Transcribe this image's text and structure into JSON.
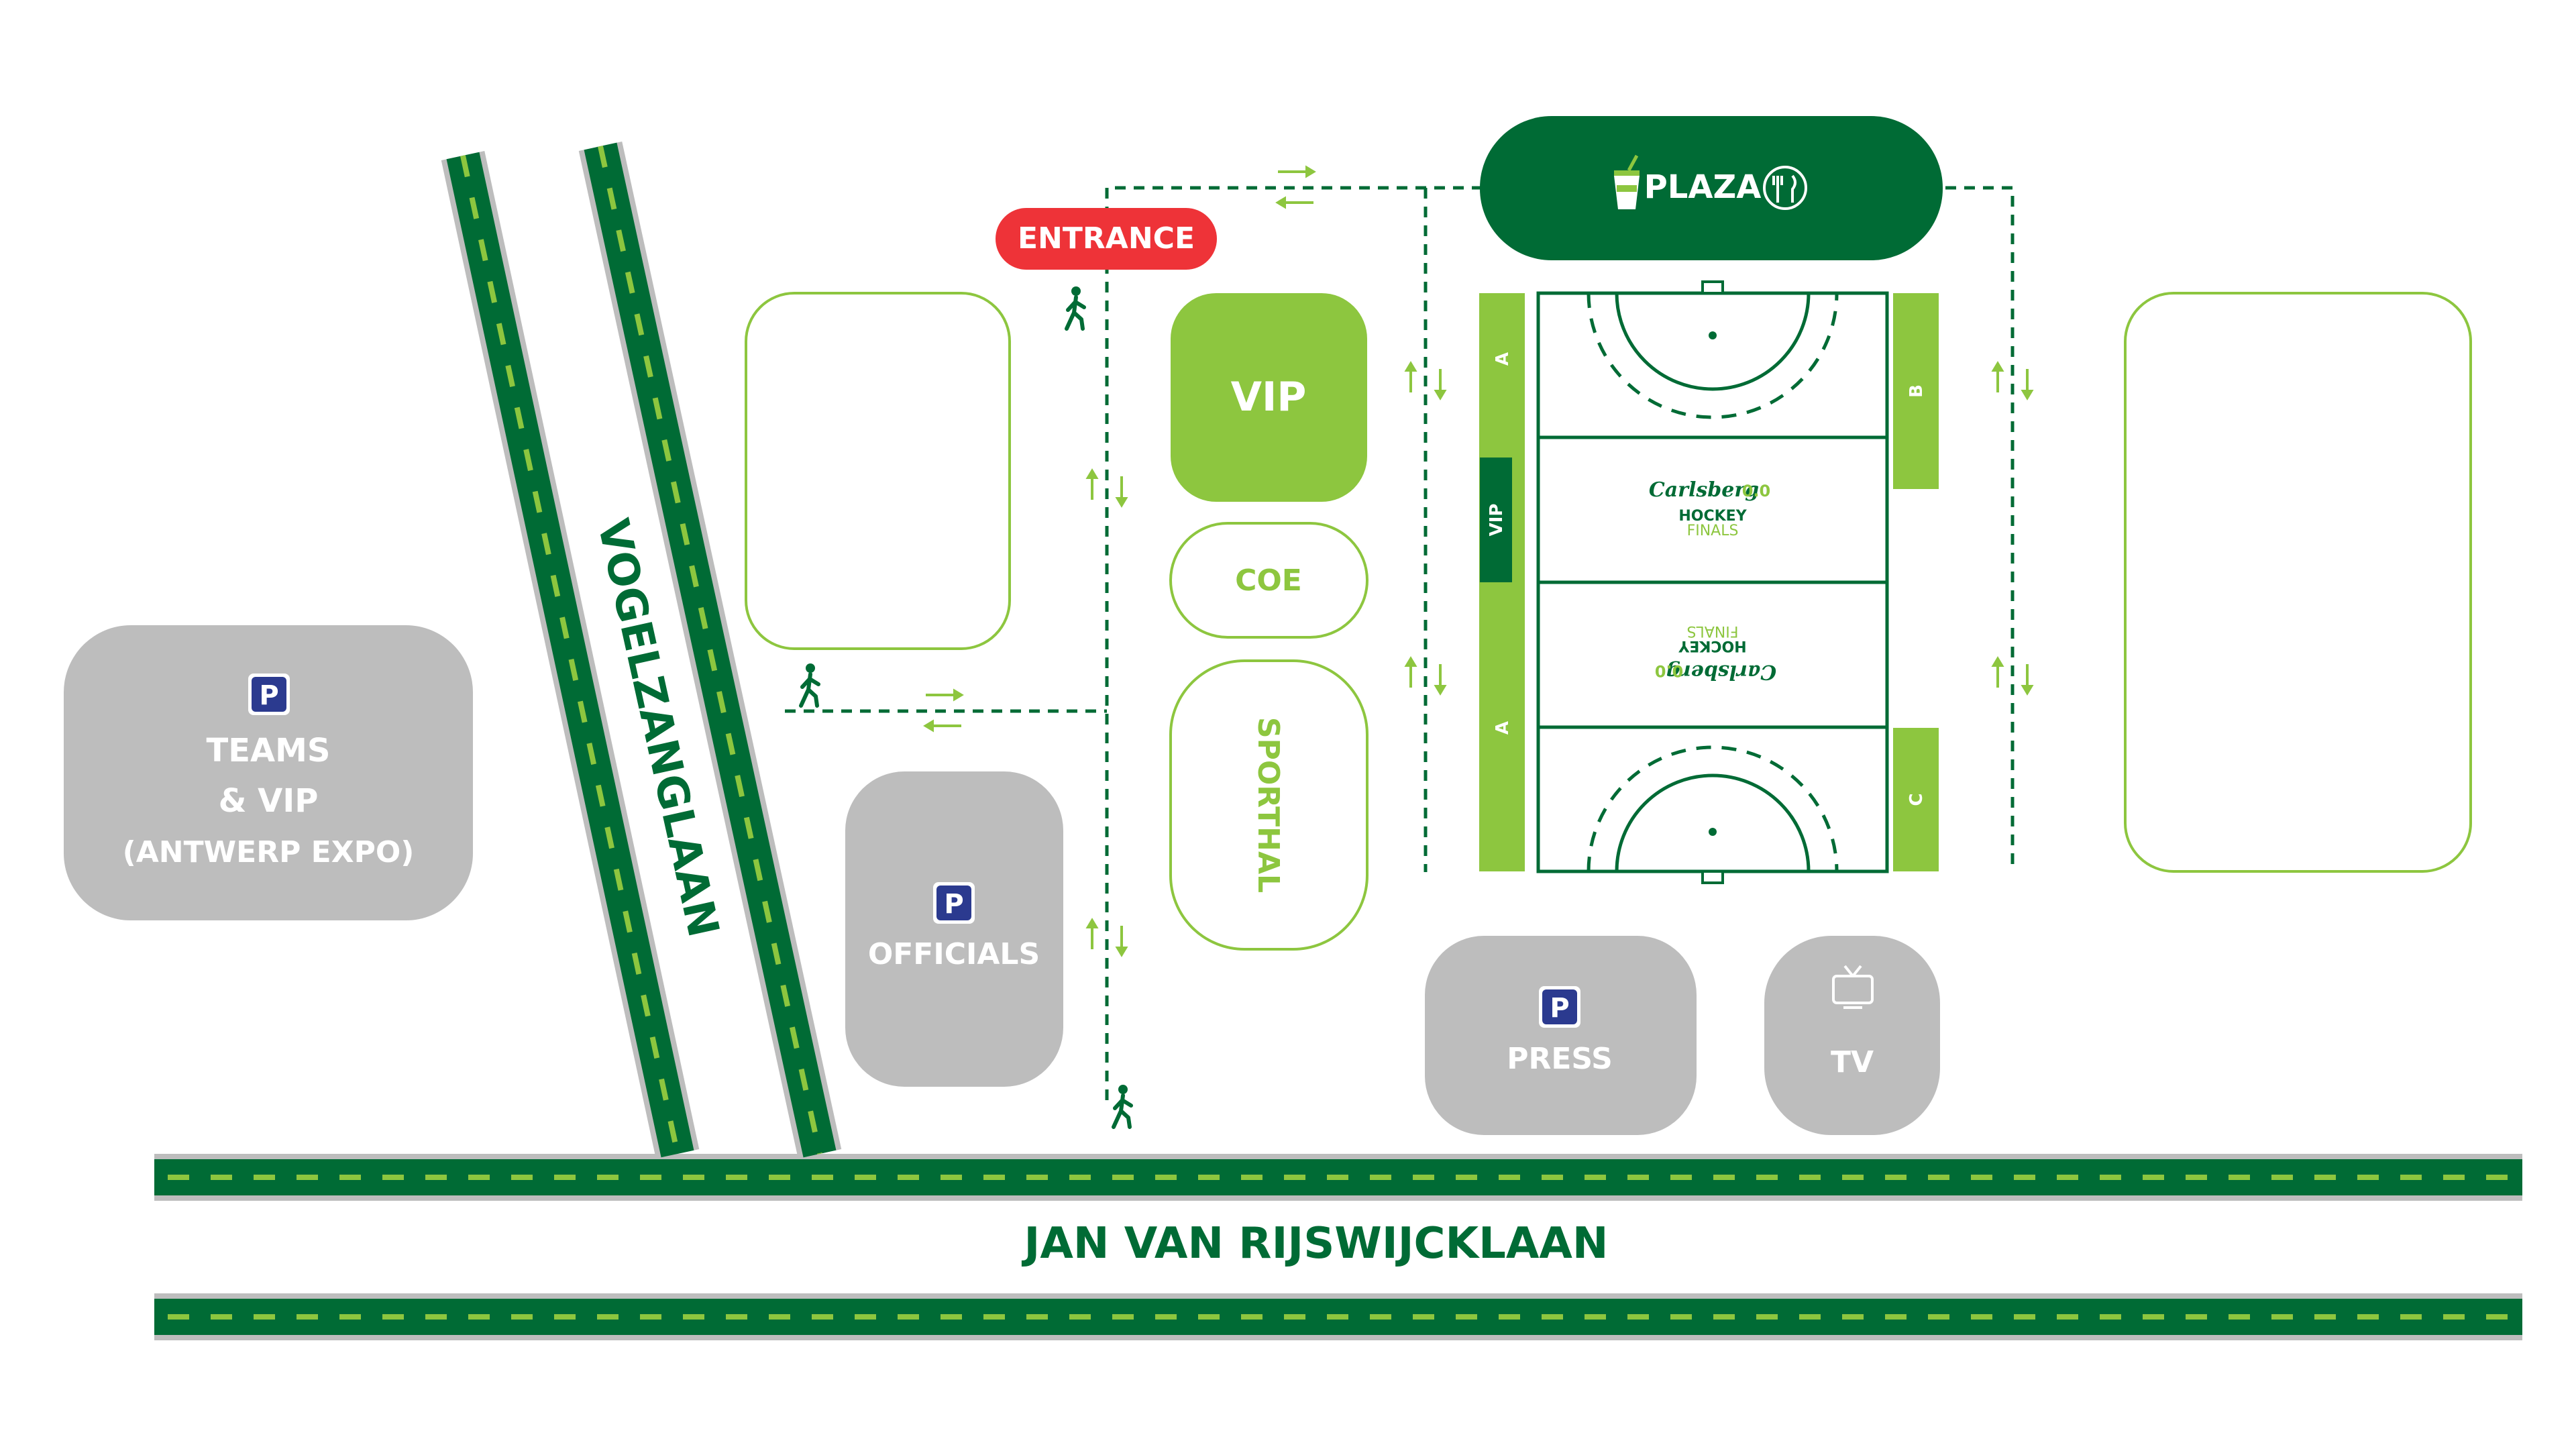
{
  "labels": {
    "plaza": "PLAZA",
    "entrance": "ENTRANCE",
    "vip_zone": "VIP",
    "coe": "COE",
    "sporthal": "SPORTHAL",
    "parking_teams_line1": "TEAMS",
    "parking_teams_line2": "& VIP",
    "parking_teams_line3": "(ANTWERP EXPO)",
    "officials": "OFFICIALS",
    "press": "PRESS",
    "tv": "TV",
    "parking_symbol": "P",
    "road_diagonal": "VOGELZANGLAAN",
    "road_main": "JAN VAN RIJSWIJCKLAAN",
    "stand_a_top": "A",
    "stand_a_bottom": "A",
    "stand_vip": "VIP",
    "stand_b": "B",
    "stand_c": "C",
    "logo_brand": "Carlsberg",
    "logo_zero": "0.0",
    "logo_line1": "HOCKEY",
    "logo_line2": "FINALS"
  },
  "icons": [
    "drink-cup-icon",
    "cutlery-icon",
    "pedestrian-icon",
    "tv-icon",
    "parking-icon"
  ],
  "colors": {
    "dark_green": "#006b35",
    "light_green": "#8dc63f",
    "red": "#ee3338",
    "grey": "#bdbdbd",
    "navy": "#2b3a8f"
  }
}
